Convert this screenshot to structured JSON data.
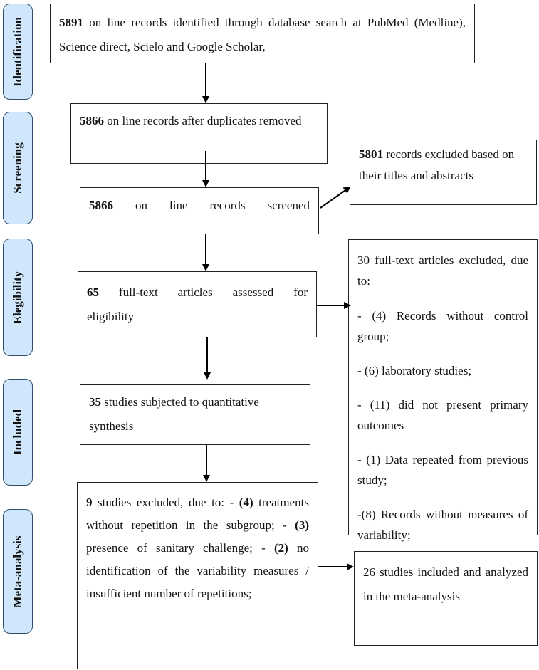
{
  "stages": [
    "Identification",
    "Screening",
    "Elegibility",
    "Included",
    "Meta-analysis"
  ],
  "boxes": {
    "identified": {
      "num": "5891",
      "text": " on line records identified through database search at PubMed (Medline), Science direct, Scielo and Google Scholar,"
    },
    "duplicates": {
      "num": "5866",
      "text": " on line records after duplicates removed"
    },
    "screened": {
      "num": "5866",
      "w1": "on",
      "w2": "line",
      "w3": "records",
      "w4": "screened"
    },
    "excluded_titles": {
      "num": "5801",
      "text": " records excluded based on their titles and abstracts"
    },
    "assessed": {
      "num": "65",
      "w1": "full-text",
      "w2": "articles",
      "w3": "assessed",
      "w4": "for",
      "line2": "eligibility"
    },
    "fulltext_excluded": {
      "heading": "30 full-text articles excluded, due to:",
      "items": [
        " - (4) Records without control group;",
        "- (6) laboratory studies;",
        "- (11) did not present primary outcomes",
        "- (1) Data repeated from previous study;",
        "-(8) Records without measures of variability;"
      ]
    },
    "included": {
      "num": "35",
      "text": " studies subjected to quantitative synthesis"
    },
    "meta_excluded": {
      "num": "9",
      "text1": " studies excluded, due to:  - ",
      "n4": "(4)",
      "text2": " treatments without repetition in the subgroup; - ",
      "n3": "(3)",
      "text3": " presence of sanitary challenge; - ",
      "n2": "(2)",
      "text4": " no identification of the variability measures / insufficient number of repetitions;"
    },
    "meta_included": {
      "text": "26 studies included and analyzed in the meta-analysis"
    }
  }
}
